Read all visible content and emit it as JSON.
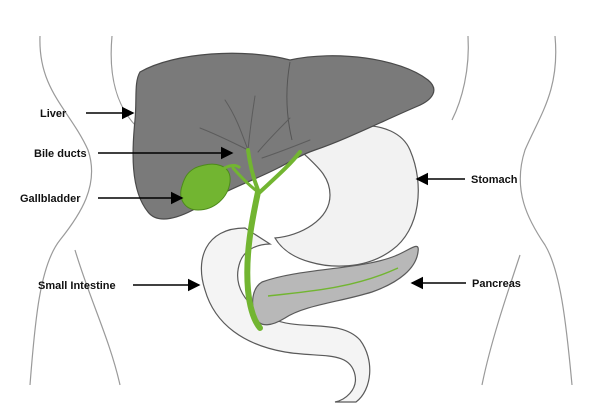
{
  "colors": {
    "liver": "#7a7a7a",
    "liver_edge": "#4a4a4a",
    "stomach": "#f2f2f2",
    "pancreas": "#b8b8b8",
    "intestine": "#f4f4f4",
    "bile": "#72b531",
    "bile_dark": "#4d8a1b",
    "label": "#111111"
  },
  "labels": {
    "liver": "Liver",
    "bile_ducts": "Bile ducts",
    "gallbladder": "Gallbladder",
    "small_intestine": "Small Intestine",
    "stomach": "Stomach",
    "pancreas": "Pancreas"
  }
}
